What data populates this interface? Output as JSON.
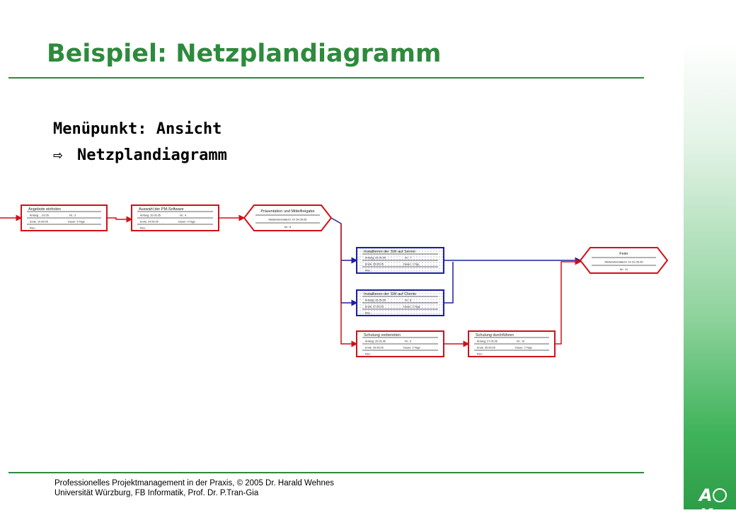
{
  "slide": {
    "title": "Beispiel: Netzplandiagramm",
    "menu_line": "Menüpunkt: Ansicht",
    "arrow_glyph": "⇨",
    "menu_sub": "Netzplandiagramm"
  },
  "footer": {
    "line1": "Professionelles Projektmanagement in der Praxis, © 2005  Dr. Harald Wehnes",
    "line2": "Universität Würzburg, FB Informatik, Prof. Dr. P.Tran-Gia"
  },
  "logo": {
    "text_left": "A",
    "text_right": "K"
  },
  "colors": {
    "accent": "#2e8a3c",
    "critical": "#d0101a",
    "normal": "#1a20a0"
  },
  "network": {
    "nodes": [
      {
        "id": "angebote",
        "title": "Angebote einholen",
        "anfang": "Anfang: ...03.05",
        "nr": "Nr.: 3",
        "ende": "Ende: 10.05.05",
        "dauer": "Dauer: 5 Tage",
        "res": "Res.:",
        "kind": "task",
        "critical": true
      },
      {
        "id": "auswahl",
        "title": "Auswahl der PM-Software",
        "anfang": "Anfang: 20.05.05",
        "nr": "Nr.: 4",
        "ende": "Ende: 24.05.05",
        "dauer": "Dauer: 4 Tage",
        "res": "Res.:",
        "kind": "task",
        "critical": true
      },
      {
        "id": "praesentation",
        "title": "Präsentation und Mittelfreigabe",
        "line2": "Meilensteindatum: Di 24.05.05",
        "line3": "Nr.: 5",
        "kind": "milestone",
        "critical": true
      },
      {
        "id": "server",
        "title": "Installieren der SW auf Server",
        "anfang": "Anfang: 25.05.05",
        "nr": "Nr.: 7",
        "ende": "Ende: 25.05.05",
        "dauer": "Dauer: 1 Tag",
        "res": "Res.:",
        "kind": "task",
        "critical": false
      },
      {
        "id": "clients",
        "title": "Installieren der SW auf Clients",
        "anfang": "Anfang: 26.05.05",
        "nr": "Nr.: 8",
        "ende": "Ende: 27.05.05",
        "dauer": "Dauer: 2 Tage",
        "res": "Res.:",
        "kind": "task",
        "critical": false
      },
      {
        "id": "vorbereiten",
        "title": "Schulung vorbereiten",
        "anfang": "Anfang: 25.05.05",
        "nr": "Nr.: 9",
        "ende": "Ende: 26.05.05",
        "dauer": "Dauer: 2 Tage",
        "res": "Res.:",
        "kind": "task",
        "critical": true
      },
      {
        "id": "durchfuehren",
        "title": "Schulung durchführen",
        "anfang": "Anfang: 27.05.05",
        "nr": "Nr.: 10",
        "ende": "Ende: 30.05.05",
        "dauer": "Dauer: 2 Tage",
        "res": "Res.:",
        "kind": "task",
        "critical": true
      },
      {
        "id": "feier",
        "title": "Feier",
        "line2": "Meilensteindatum: Di 31.05.05",
        "line3": "Nr.: 11",
        "kind": "milestone",
        "critical": true
      }
    ]
  }
}
